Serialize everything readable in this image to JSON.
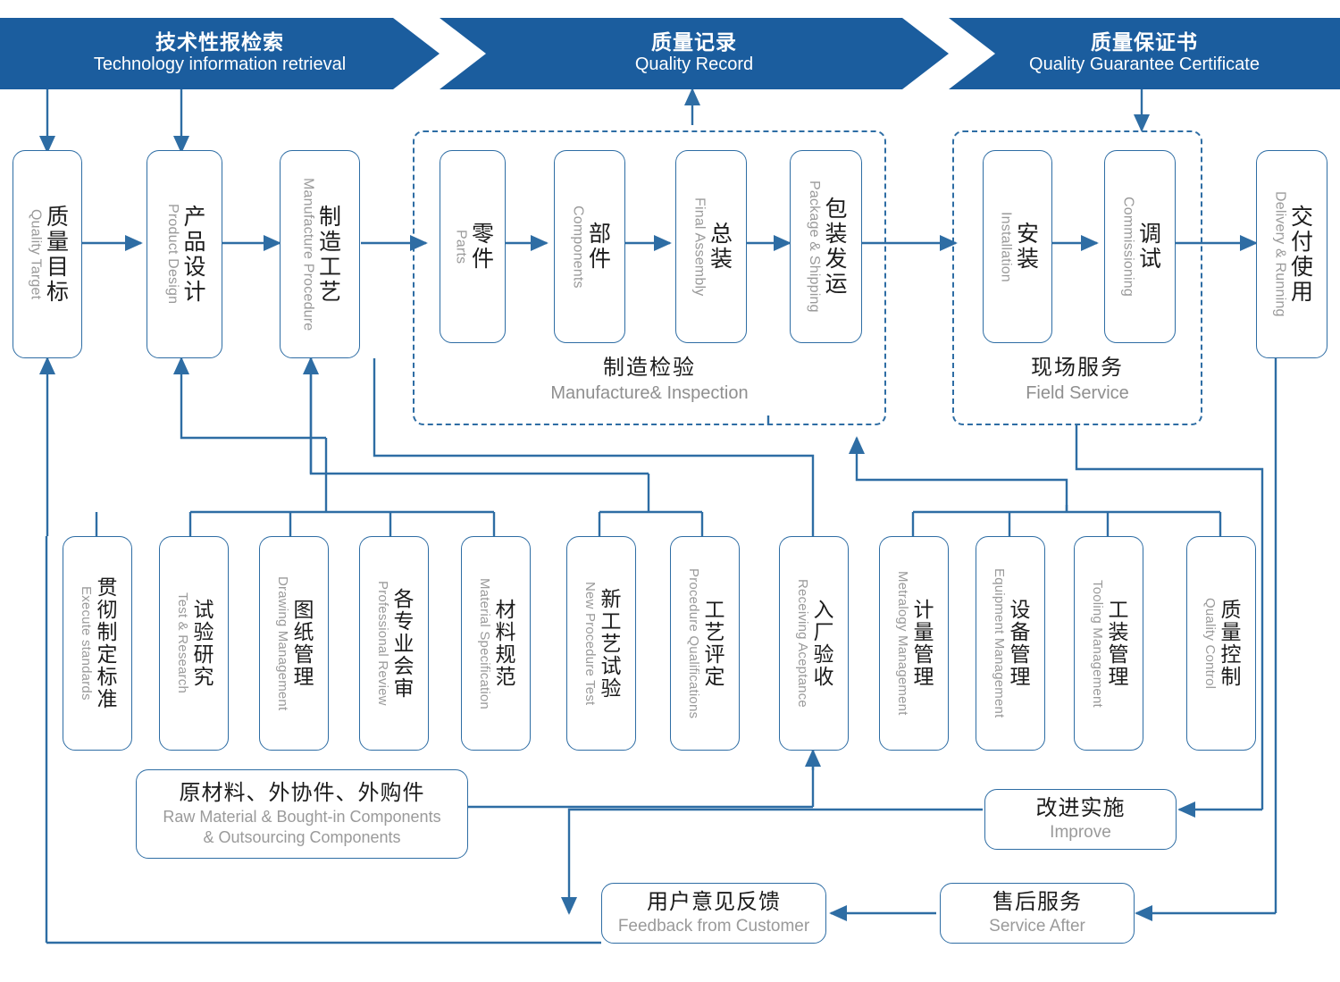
{
  "colors": {
    "banner_blue": "#1b5d9e",
    "line_blue": "#2e6da4",
    "cn_text": "#1c1c1c",
    "en_text": "#9a9a9a"
  },
  "banners": [
    {
      "cn": "技术性报检索",
      "en": "Technology information retrieval"
    },
    {
      "cn": "质量记录",
      "en": "Quality Record"
    },
    {
      "cn": "质量保证书",
      "en": "Quality Guarantee Certificate"
    }
  ],
  "main_flow": [
    {
      "cn": "质量目标",
      "en": "Quality Target"
    },
    {
      "cn": "产品设计",
      "en": "Product Design"
    },
    {
      "cn": "制造工艺",
      "en": "Manufacture Procedure"
    },
    {
      "cn": "零件",
      "en": "Parts"
    },
    {
      "cn": "部件",
      "en": "Components"
    },
    {
      "cn": "总装",
      "en": "Final Assembly"
    },
    {
      "cn": "包装发运",
      "en": "Package & Shipping"
    },
    {
      "cn": "安装",
      "en": "Installation"
    },
    {
      "cn": "调试",
      "en": "Commissioning"
    },
    {
      "cn": "交付使用",
      "en": "Delivery & Running"
    }
  ],
  "groups": [
    {
      "cn": "制造检验",
      "en": "Manufacture& Inspection"
    },
    {
      "cn": "现场服务",
      "en": "Field Service"
    }
  ],
  "support_boxes": [
    {
      "cn": "贯彻制定标准",
      "en": "Execute standards"
    },
    {
      "cn": "试验研究",
      "en": "Test & Research"
    },
    {
      "cn": "图纸管理",
      "en": "Drawing Management"
    },
    {
      "cn": "各专业会审",
      "en": "Professional Review"
    },
    {
      "cn": "材料规范",
      "en": "Material Specification"
    },
    {
      "cn": "新工艺试验",
      "en": "New Procedure Test"
    },
    {
      "cn": "工艺评定",
      "en": "Procedure Qualifications"
    },
    {
      "cn": "入厂验收",
      "en": "Receiving Aceptance"
    },
    {
      "cn": "计量管理",
      "en": "Metralogy Management"
    },
    {
      "cn": "设备管理",
      "en": "Equipment Management"
    },
    {
      "cn": "工装管理",
      "en": "Tooling Management"
    },
    {
      "cn": "质量控制",
      "en": "Quality Control"
    }
  ],
  "bottom_boxes": {
    "raw_material": {
      "cn": "原材料、外协件、外购件",
      "en1": "Raw Material & Bought-in Components",
      "en2": "& Outsourcing Components"
    },
    "improve": {
      "cn": "改进实施",
      "en": "Improve"
    },
    "feedback": {
      "cn": "用户意见反馈",
      "en": "Feedback from Customer"
    },
    "service_after": {
      "cn": "售后服务",
      "en": "Service After"
    }
  }
}
